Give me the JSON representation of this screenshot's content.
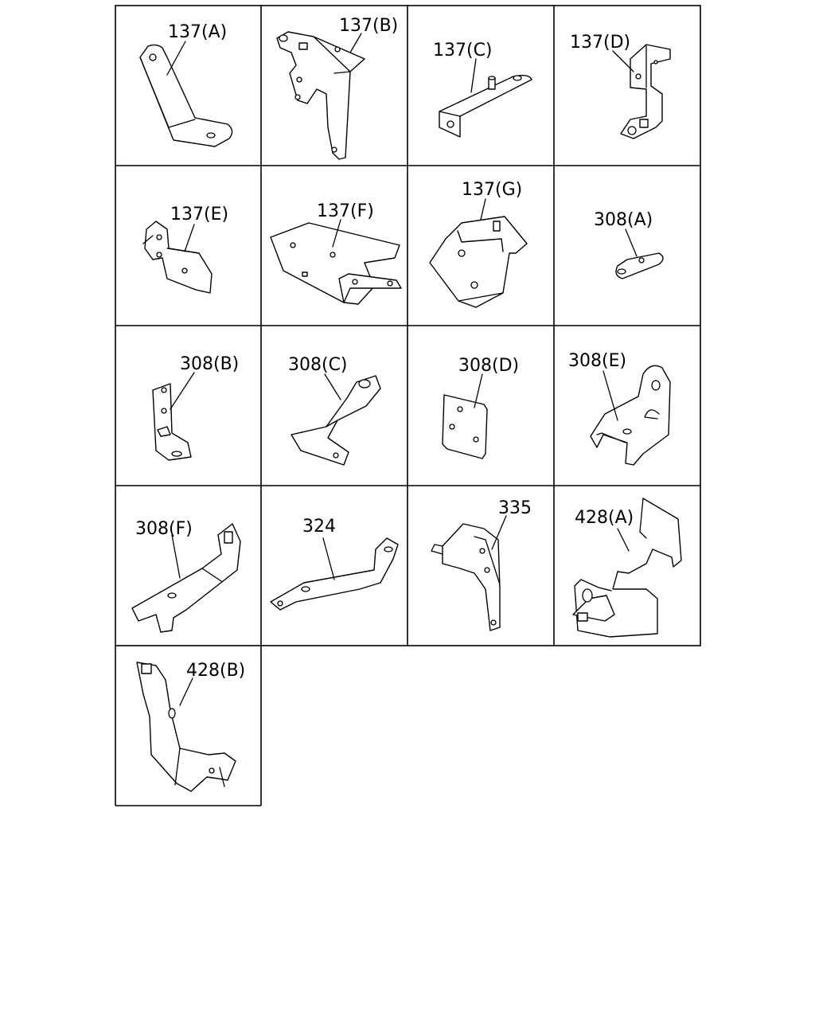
{
  "parts": [
    {
      "label": "137(A)"
    },
    {
      "label": "137(B)"
    },
    {
      "label": "137(C)"
    },
    {
      "label": "137(D)"
    },
    {
      "label": "137(E)"
    },
    {
      "label": "137(F)"
    },
    {
      "label": "137(G)"
    },
    {
      "label": "308(A)"
    },
    {
      "label": "308(B)"
    },
    {
      "label": "308(C)"
    },
    {
      "label": "308(D)"
    },
    {
      "label": "308(E)"
    },
    {
      "label": "308(F)"
    },
    {
      "label": "324"
    },
    {
      "label": "335"
    },
    {
      "label": "428(A)"
    },
    {
      "label": "428(B)"
    }
  ]
}
